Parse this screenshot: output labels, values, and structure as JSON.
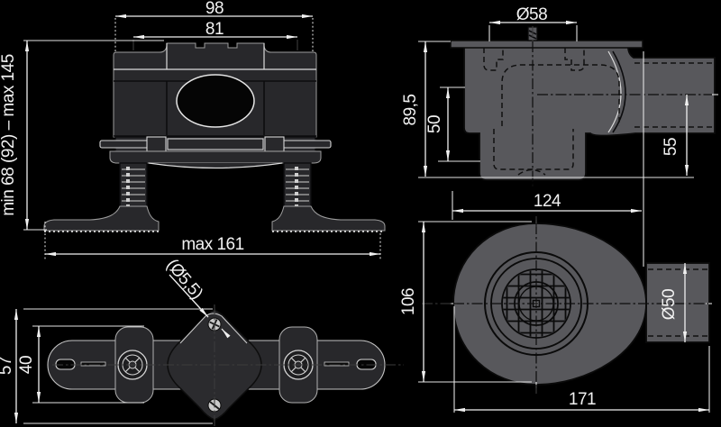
{
  "title": "floor drain technical drawing, four views",
  "colors": {
    "background": "#000000",
    "dimension_line": "#f0f0f0",
    "body_dark": "#28282b",
    "body_gray": "#58585c"
  },
  "views": {
    "front_view": {
      "dimensions": {
        "top_width": "98",
        "inner_width": "81",
        "height_range": "min 68 (92) – max 145",
        "max_width": "max 161"
      }
    },
    "side_view": {
      "dimensions": {
        "top_diameter": "Ø58",
        "total_height": "89,5",
        "body_height": "50",
        "outlet_center_height": "55"
      }
    },
    "bracket_view": {
      "dimensions": {
        "total_height": "57",
        "clamp_height": "40",
        "hole_diameter": "(Ø5,5)"
      }
    },
    "bottom_view": {
      "dimensions": {
        "body_width": "124",
        "body_height": "106",
        "outlet_diameter": "Ø50",
        "total_length": "171"
      }
    }
  }
}
